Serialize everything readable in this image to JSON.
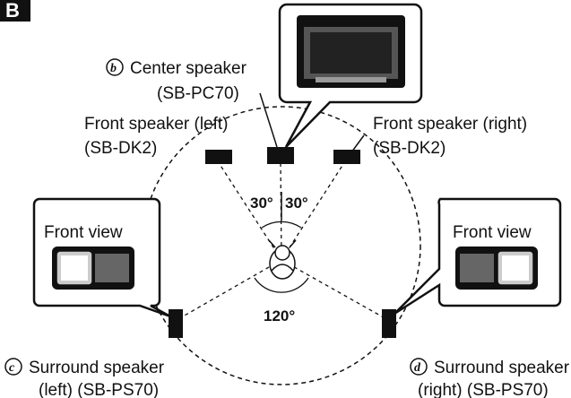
{
  "section_letter": "B",
  "center": {
    "badge": "b",
    "name": "Center speaker",
    "model": "(SB-PC70)"
  },
  "front_left": {
    "name": "Front speaker (left)",
    "model": "(SB-DK2)"
  },
  "front_right": {
    "name": "Front speaker (right)",
    "model": "(SB-DK2)"
  },
  "surround_left": {
    "badge": "c",
    "name": "Surround speaker",
    "model": "(left) (SB-PS70)"
  },
  "surround_right": {
    "badge": "d",
    "name": "Surround speaker",
    "model": "(right) (SB-PS70)"
  },
  "front_view_left": "Front view",
  "front_view_right": "Front view",
  "angles": {
    "front_left": "30°",
    "front_right": "30°",
    "rear": "120°"
  },
  "colors": {
    "ink": "#111111",
    "speaker_gray": "#9a9a9a",
    "background": "#ffffff"
  }
}
